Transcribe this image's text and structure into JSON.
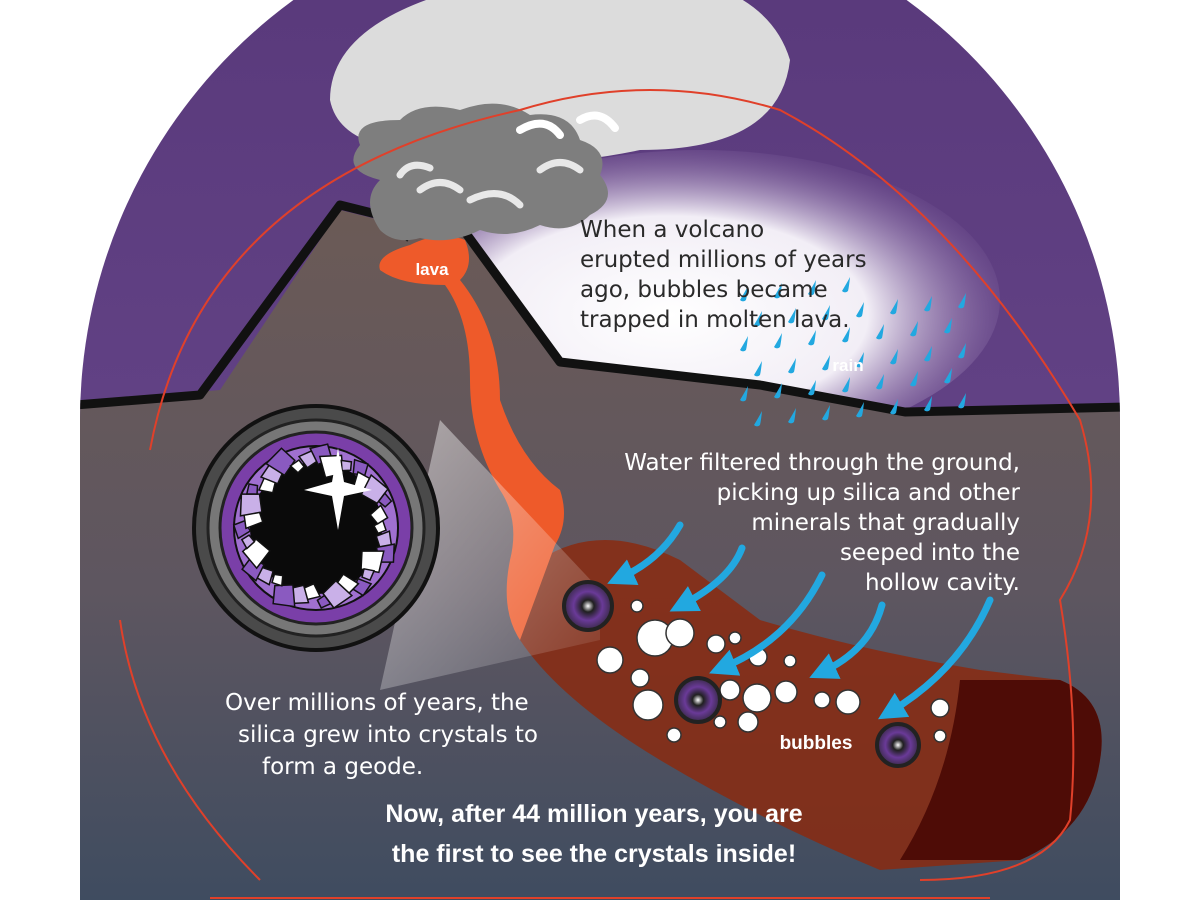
{
  "labels": {
    "lava": "lava",
    "rain": "rain",
    "bubbles": "bubbles"
  },
  "paragraphs": {
    "volcano": [
      "When a volcano",
      "erupted millions of years",
      "ago, bubbles became",
      "trapped in molten lava."
    ],
    "water": [
      "Water filtered through the ground,",
      "picking up silica and other",
      "minerals that gradually",
      "seeped into the",
      "hollow cavity."
    ],
    "crystals": [
      "Over millions of years, the",
      "silica grew into crystals to",
      "form a geode."
    ],
    "conclusion": [
      "Now, after 44 million years, you are",
      "the first to see the crystals inside!"
    ]
  },
  "colors": {
    "sky": "#5a3a7a",
    "ground": "#6a5a58",
    "lava": "#ee5a2a",
    "lava_dark": "#a83218",
    "smoke": "#8c8c8c",
    "rain": "#22a8e0",
    "geode": "#7a3fa8",
    "text_light": "#ffffff"
  }
}
